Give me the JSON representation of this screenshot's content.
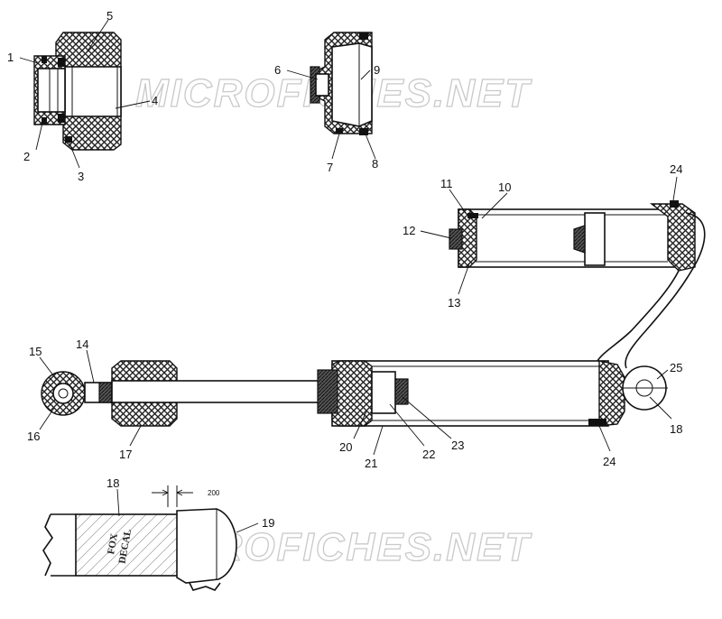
{
  "watermark": {
    "text_top": "MICROFICHES.NET",
    "text_bottom": "MICROFICHES.NET"
  },
  "callouts": [
    {
      "id": "1",
      "text": "1"
    },
    {
      "id": "2",
      "text": "2"
    },
    {
      "id": "3",
      "text": "3"
    },
    {
      "id": "4",
      "text": "4"
    },
    {
      "id": "5",
      "text": "5"
    },
    {
      "id": "6",
      "text": "6"
    },
    {
      "id": "7",
      "text": "7"
    },
    {
      "id": "8",
      "text": "8"
    },
    {
      "id": "9",
      "text": "9"
    },
    {
      "id": "10",
      "text": "10"
    },
    {
      "id": "11",
      "text": "11"
    },
    {
      "id": "12",
      "text": "12"
    },
    {
      "id": "13",
      "text": "13"
    },
    {
      "id": "14",
      "text": "14"
    },
    {
      "id": "15",
      "text": "15"
    },
    {
      "id": "16",
      "text": "16"
    },
    {
      "id": "17",
      "text": "17"
    },
    {
      "id": "18a",
      "text": "18"
    },
    {
      "id": "18b",
      "text": "18"
    },
    {
      "id": "19",
      "text": "19"
    },
    {
      "id": "20",
      "text": "20"
    },
    {
      "id": "21",
      "text": "21"
    },
    {
      "id": "22",
      "text": "22"
    },
    {
      "id": "23",
      "text": "23"
    },
    {
      "id": "24a",
      "text": "24"
    },
    {
      "id": "24b",
      "text": "24"
    },
    {
      "id": "25",
      "text": "25"
    }
  ],
  "dimension": {
    "text": "200"
  },
  "decal": {
    "line1": "FOX",
    "line2": "DECAL"
  }
}
